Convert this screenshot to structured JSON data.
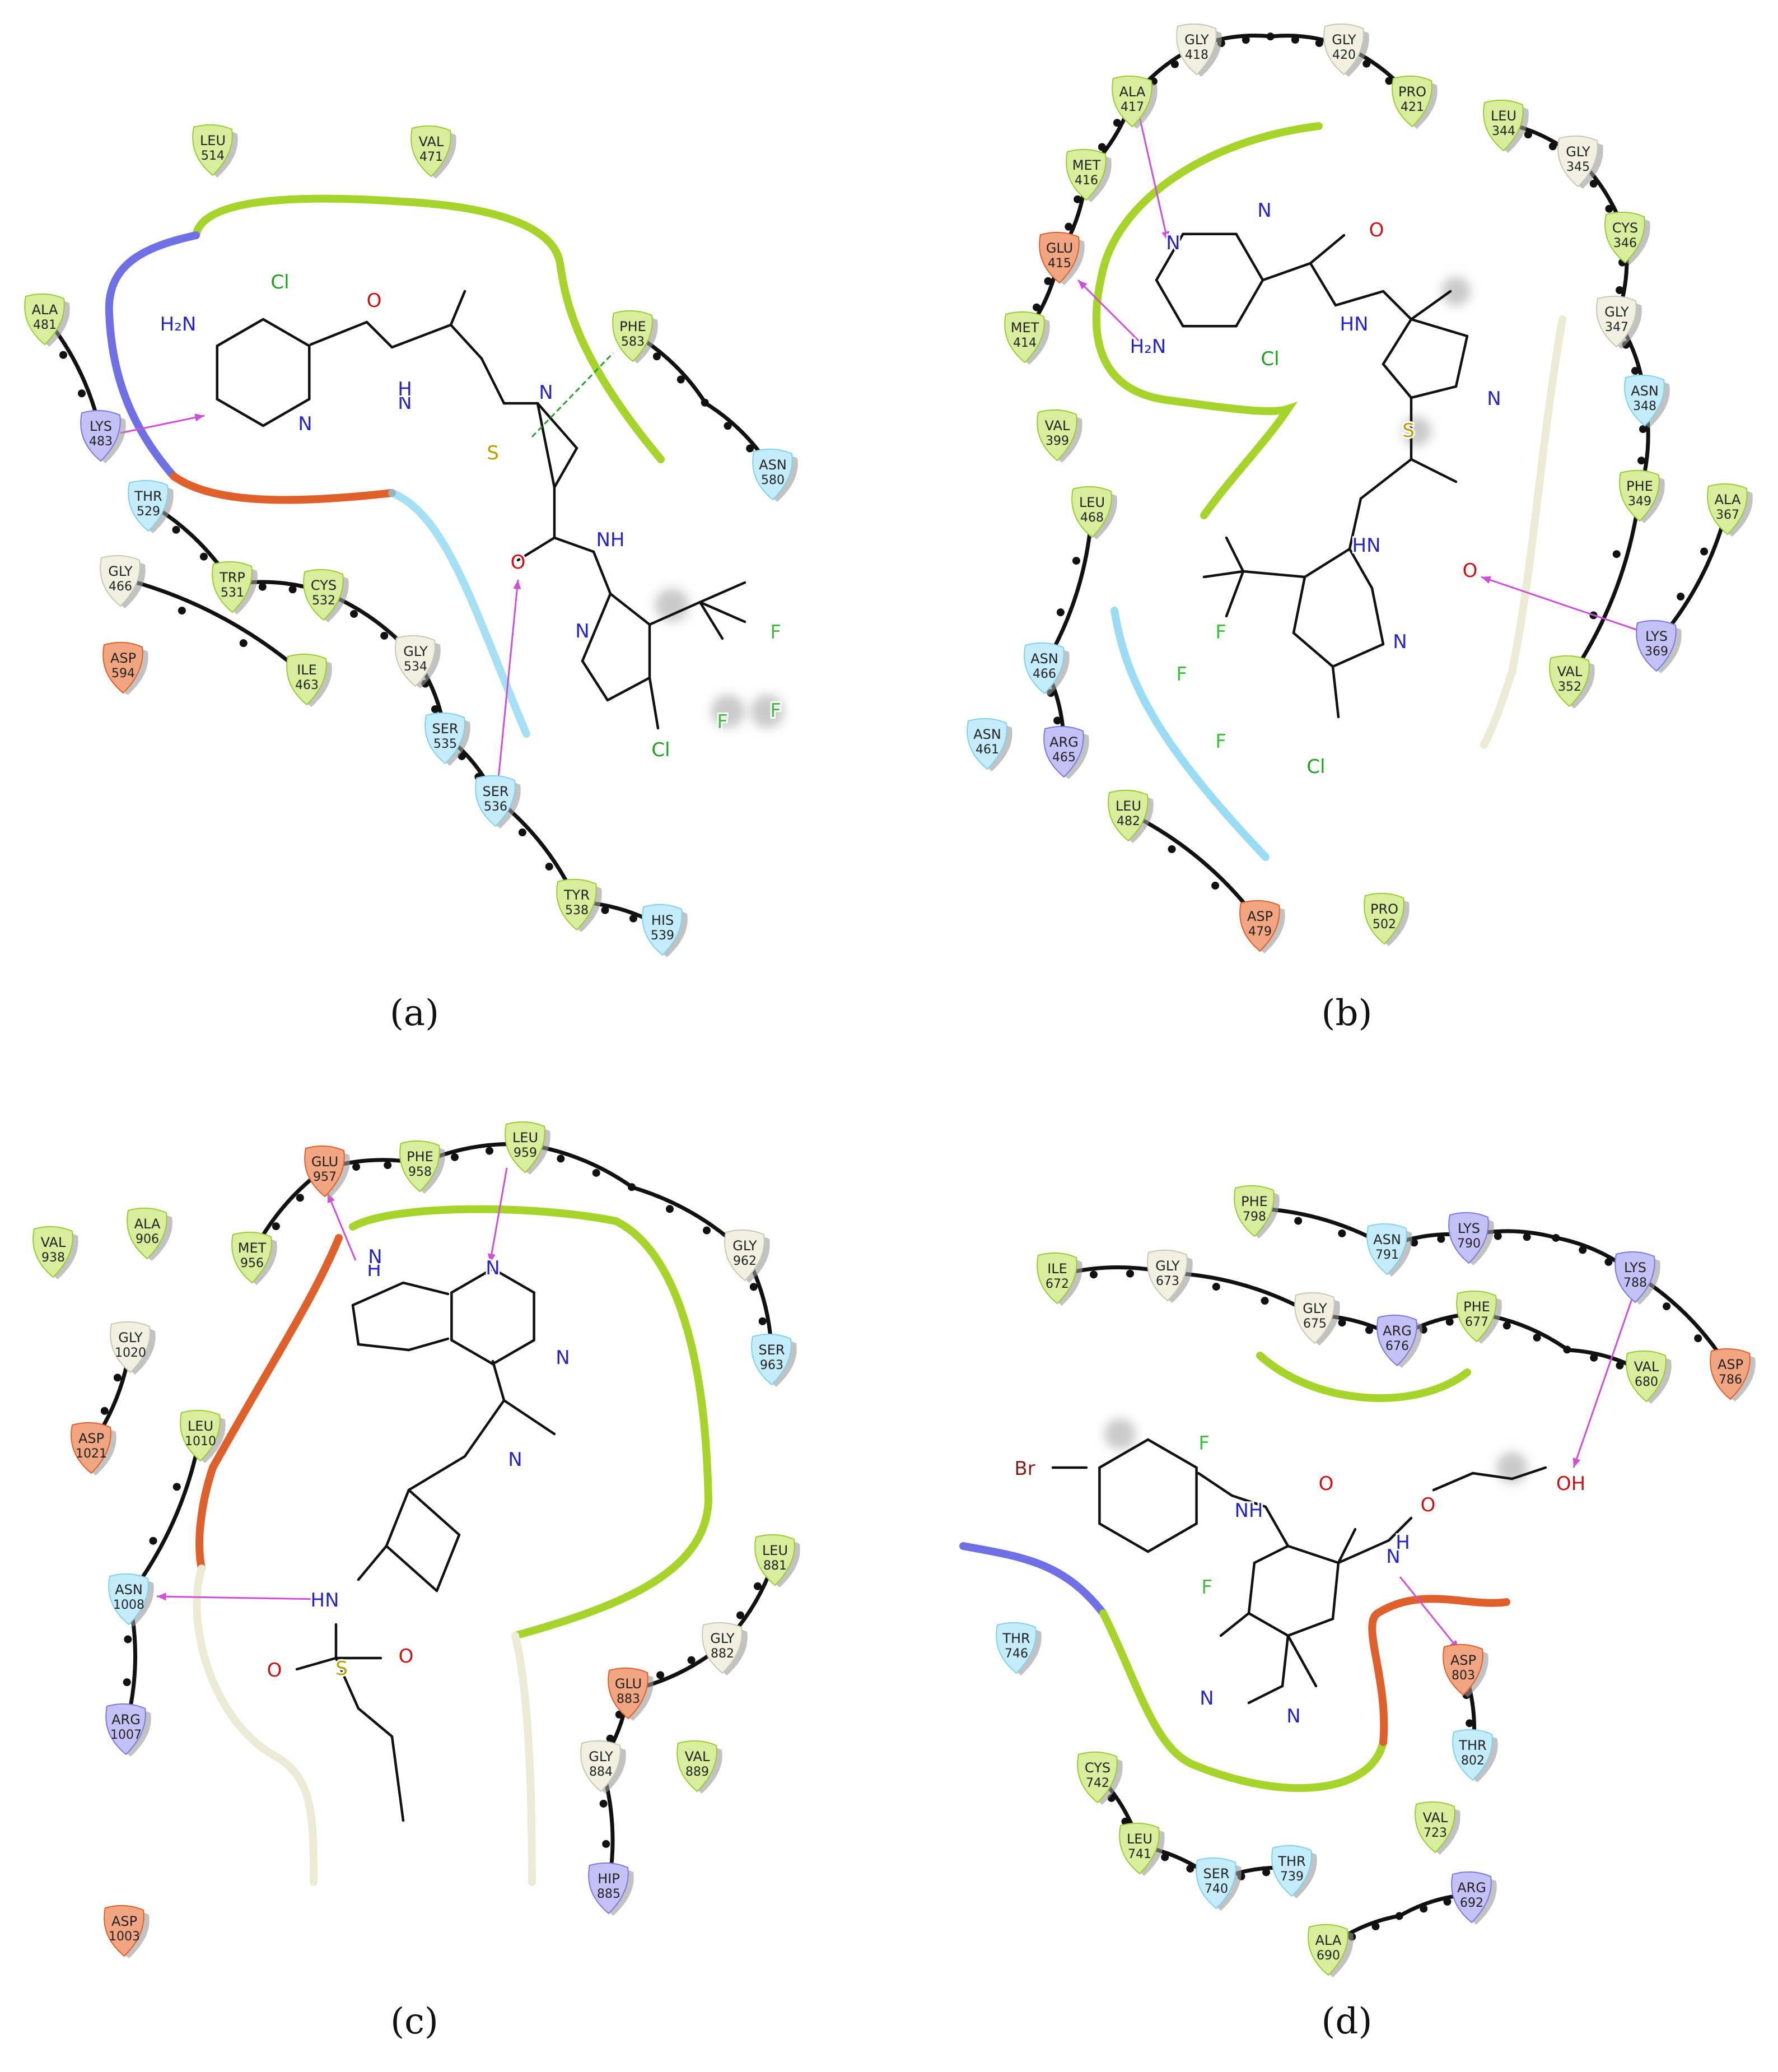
{
  "colors": {
    "hydrophobic": "#9acd32",
    "hydrophobic_light": "#d8ee9c",
    "polar": "#7fd3f0",
    "polar_light": "#c4ecfa",
    "glycine": "#f1f1e2",
    "negative": "#e0602c",
    "negative_light": "#f2a581",
    "positive": "#7b79e6",
    "positive_light": "#c3c1f6",
    "hbond": "#d04fd9",
    "pistack": "#2e9e35",
    "backbone": "#111111",
    "nitrogen": "#2424c8",
    "oxygen": "#d01010",
    "chlorine": "#20a020",
    "fluorine": "#40c040",
    "sulfur": "#b8a000",
    "bromine": "#8a1a1a",
    "pocket_green": "#a6d42a",
    "pocket_blue": "#6f6fe6",
    "pocket_orange": "#e0602c",
    "pocket_cyan": "#7fd3f0",
    "pocket_beige": "#ecebd5"
  },
  "panels": [
    {
      "id": "a",
      "label": "(a)",
      "residues": [
        {
          "name": "LEU",
          "num": "514",
          "type": "hydrophobic"
        },
        {
          "name": "VAL",
          "num": "471",
          "type": "hydrophobic"
        },
        {
          "name": "ALA",
          "num": "481",
          "type": "hydrophobic"
        },
        {
          "name": "LYS",
          "num": "483",
          "type": "positive"
        },
        {
          "name": "PHE",
          "num": "583",
          "type": "hydrophobic"
        },
        {
          "name": "ASN",
          "num": "580",
          "type": "polar"
        },
        {
          "name": "THR",
          "num": "529",
          "type": "polar"
        },
        {
          "name": "GLY",
          "num": "466",
          "type": "glycine"
        },
        {
          "name": "TRP",
          "num": "531",
          "type": "hydrophobic"
        },
        {
          "name": "CYS",
          "num": "532",
          "type": "hydrophobic"
        },
        {
          "name": "ASP",
          "num": "594",
          "type": "negative"
        },
        {
          "name": "ILE",
          "num": "463",
          "type": "hydrophobic"
        },
        {
          "name": "GLY",
          "num": "534",
          "type": "glycine"
        },
        {
          "name": "SER",
          "num": "535",
          "type": "polar"
        },
        {
          "name": "SER",
          "num": "536",
          "type": "polar"
        },
        {
          "name": "TYR",
          "num": "538",
          "type": "hydrophobic"
        },
        {
          "name": "HIS",
          "num": "539",
          "type": "polar"
        }
      ],
      "atoms": [
        "Cl",
        "H₂N",
        "O",
        "N",
        "H",
        "N",
        "S",
        "N",
        "O",
        "NH",
        "N",
        "F",
        "F",
        "F",
        "Cl"
      ]
    },
    {
      "id": "b",
      "label": "(b)",
      "residues": [
        {
          "name": "GLY",
          "num": "418",
          "type": "glycine"
        },
        {
          "name": "GLY",
          "num": "420",
          "type": "glycine"
        },
        {
          "name": "ALA",
          "num": "417",
          "type": "hydrophobic"
        },
        {
          "name": "PRO",
          "num": "421",
          "type": "hydrophobic"
        },
        {
          "name": "LEU",
          "num": "344",
          "type": "hydrophobic"
        },
        {
          "name": "GLY",
          "num": "345",
          "type": "glycine"
        },
        {
          "name": "MET",
          "num": "416",
          "type": "hydrophobic"
        },
        {
          "name": "CYS",
          "num": "346",
          "type": "hydrophobic"
        },
        {
          "name": "GLU",
          "num": "415",
          "type": "negative"
        },
        {
          "name": "GLY",
          "num": "347",
          "type": "glycine"
        },
        {
          "name": "MET",
          "num": "414",
          "type": "hydrophobic"
        },
        {
          "name": "ASN",
          "num": "348",
          "type": "polar"
        },
        {
          "name": "VAL",
          "num": "399",
          "type": "hydrophobic"
        },
        {
          "name": "PHE",
          "num": "349",
          "type": "hydrophobic"
        },
        {
          "name": "ALA",
          "num": "367",
          "type": "hydrophobic"
        },
        {
          "name": "LEU",
          "num": "468",
          "type": "hydrophobic"
        },
        {
          "name": "LYS",
          "num": "369",
          "type": "positive"
        },
        {
          "name": "ASN",
          "num": "466",
          "type": "polar"
        },
        {
          "name": "VAL",
          "num": "352",
          "type": "hydrophobic"
        },
        {
          "name": "ASN",
          "num": "461",
          "type": "polar"
        },
        {
          "name": "ARG",
          "num": "465",
          "type": "positive"
        },
        {
          "name": "LEU",
          "num": "482",
          "type": "hydrophobic"
        },
        {
          "name": "ASP",
          "num": "479",
          "type": "negative"
        },
        {
          "name": "PRO",
          "num": "502",
          "type": "hydrophobic"
        }
      ],
      "atoms": [
        "N",
        "N",
        "O",
        "HN",
        "H₂N",
        "Cl",
        "S",
        "N",
        "HN",
        "O",
        "F",
        "F",
        "F",
        "N",
        "Cl"
      ]
    },
    {
      "id": "c",
      "label": "(c)",
      "residues": [
        {
          "name": "GLU",
          "num": "957",
          "type": "negative"
        },
        {
          "name": "PHE",
          "num": "958",
          "type": "hydrophobic"
        },
        {
          "name": "LEU",
          "num": "959",
          "type": "hydrophobic"
        },
        {
          "name": "ALA",
          "num": "906",
          "type": "hydrophobic"
        },
        {
          "name": "VAL",
          "num": "938",
          "type": "hydrophobic"
        },
        {
          "name": "MET",
          "num": "956",
          "type": "hydrophobic"
        },
        {
          "name": "GLY",
          "num": "962",
          "type": "glycine"
        },
        {
          "name": "SER",
          "num": "963",
          "type": "polar"
        },
        {
          "name": "GLY",
          "num": "1020",
          "type": "glycine"
        },
        {
          "name": "ASP",
          "num": "1021",
          "type": "negative"
        },
        {
          "name": "LEU",
          "num": "1010",
          "type": "hydrophobic"
        },
        {
          "name": "ASN",
          "num": "1008",
          "type": "polar"
        },
        {
          "name": "LEU",
          "num": "881",
          "type": "hydrophobic"
        },
        {
          "name": "GLY",
          "num": "882",
          "type": "glycine"
        },
        {
          "name": "GLU",
          "num": "883",
          "type": "negative"
        },
        {
          "name": "ARG",
          "num": "1007",
          "type": "positive"
        },
        {
          "name": "VAL",
          "num": "889",
          "type": "hydrophobic"
        },
        {
          "name": "GLY",
          "num": "884",
          "type": "glycine"
        },
        {
          "name": "HIP",
          "num": "885",
          "type": "positive"
        },
        {
          "name": "ASP",
          "num": "1003",
          "type": "negative"
        }
      ],
      "atoms": [
        "H",
        "N",
        "N",
        "N",
        "N",
        "HN",
        "S",
        "O",
        "O"
      ]
    },
    {
      "id": "d",
      "label": "(d)",
      "residues": [
        {
          "name": "PHE",
          "num": "798",
          "type": "hydrophobic"
        },
        {
          "name": "ASN",
          "num": "791",
          "type": "polar"
        },
        {
          "name": "LYS",
          "num": "790",
          "type": "positive"
        },
        {
          "name": "ILE",
          "num": "672",
          "type": "hydrophobic"
        },
        {
          "name": "GLY",
          "num": "673",
          "type": "glycine"
        },
        {
          "name": "LYS",
          "num": "788",
          "type": "positive"
        },
        {
          "name": "GLY",
          "num": "675",
          "type": "glycine"
        },
        {
          "name": "ARG",
          "num": "676",
          "type": "positive"
        },
        {
          "name": "PHE",
          "num": "677",
          "type": "hydrophobic"
        },
        {
          "name": "VAL",
          "num": "680",
          "type": "hydrophobic"
        },
        {
          "name": "ASP",
          "num": "786",
          "type": "negative"
        },
        {
          "name": "THR",
          "num": "746",
          "type": "polar"
        },
        {
          "name": "ASP",
          "num": "803",
          "type": "negative"
        },
        {
          "name": "THR",
          "num": "802",
          "type": "polar"
        },
        {
          "name": "CYS",
          "num": "742",
          "type": "hydrophobic"
        },
        {
          "name": "VAL",
          "num": "723",
          "type": "hydrophobic"
        },
        {
          "name": "LEU",
          "num": "741",
          "type": "hydrophobic"
        },
        {
          "name": "SER",
          "num": "740",
          "type": "polar"
        },
        {
          "name": "THR",
          "num": "739",
          "type": "polar"
        },
        {
          "name": "ARG",
          "num": "692",
          "type": "positive"
        },
        {
          "name": "ALA",
          "num": "690",
          "type": "hydrophobic"
        }
      ],
      "atoms": [
        "F",
        "Br",
        "NH",
        "O",
        "O",
        "OH",
        "N",
        "H",
        "F",
        "N",
        "N"
      ]
    }
  ]
}
